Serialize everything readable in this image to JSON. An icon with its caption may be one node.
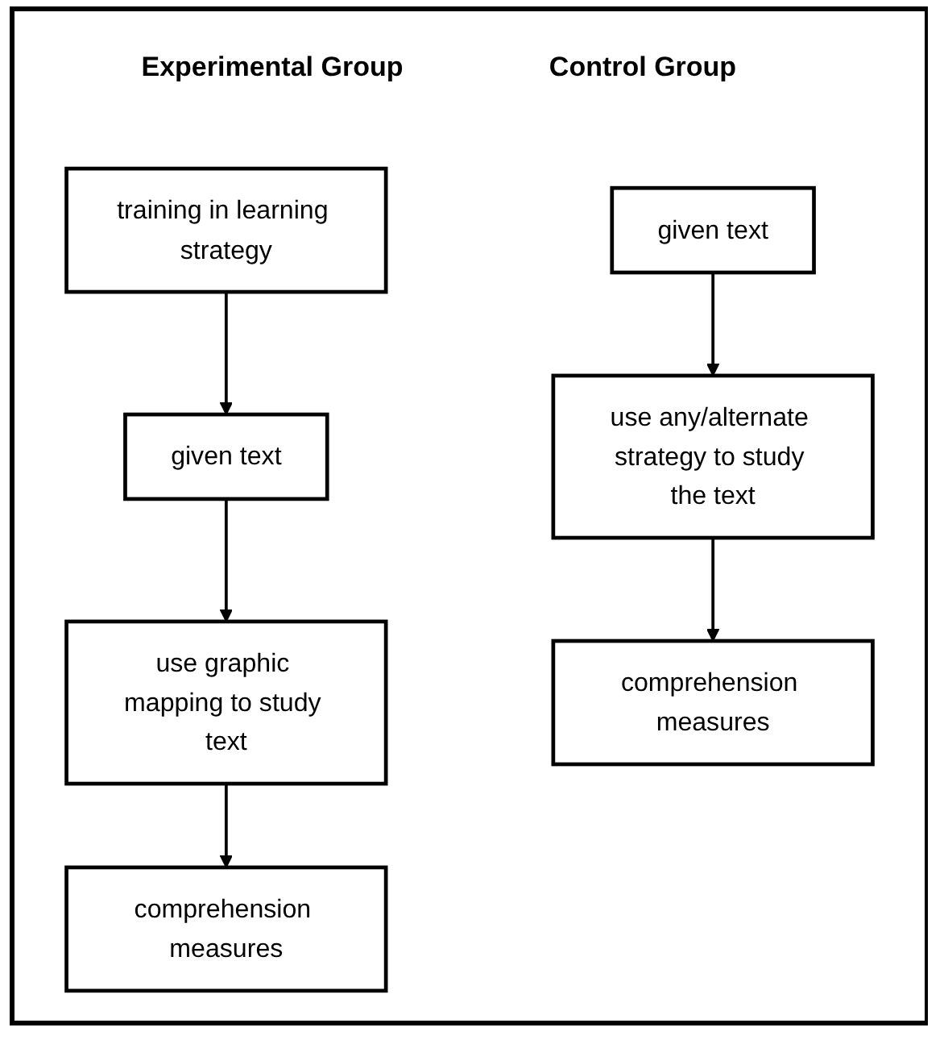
{
  "diagram": {
    "nodes": [
      {
        "text": [
          "training in learning strategy"
        ]
      },
      {
        "text": [
          "given text"
        ]
      },
      {
        "text": [
          "use graphic mapping to study text"
        ]
      },
      {
        "text": [
          "comprehension measures"
        ]
      },
      {
        "text": [
          "given text"
        ]
      },
      {
        "text": [
          "use any/alternate strategy to study the text"
        ]
      },
      {
        "text": [
          "comprehension measures"
        ]
      }
    ],
    "edges": [
      {
        "from": 0,
        "to": 1,
        "arrow": "to"
      },
      {
        "from": 1,
        "to": 2,
        "arrow": "to"
      },
      {
        "from": 2,
        "to": 3,
        "arrow": "to"
      },
      {
        "from": 4,
        "to": 5,
        "arrow": "to"
      },
      {
        "from": 5,
        "to": 6,
        "arrow": "to"
      }
    ],
    "labels": [
      "Experimental Group",
      "Control Group"
    ]
  }
}
